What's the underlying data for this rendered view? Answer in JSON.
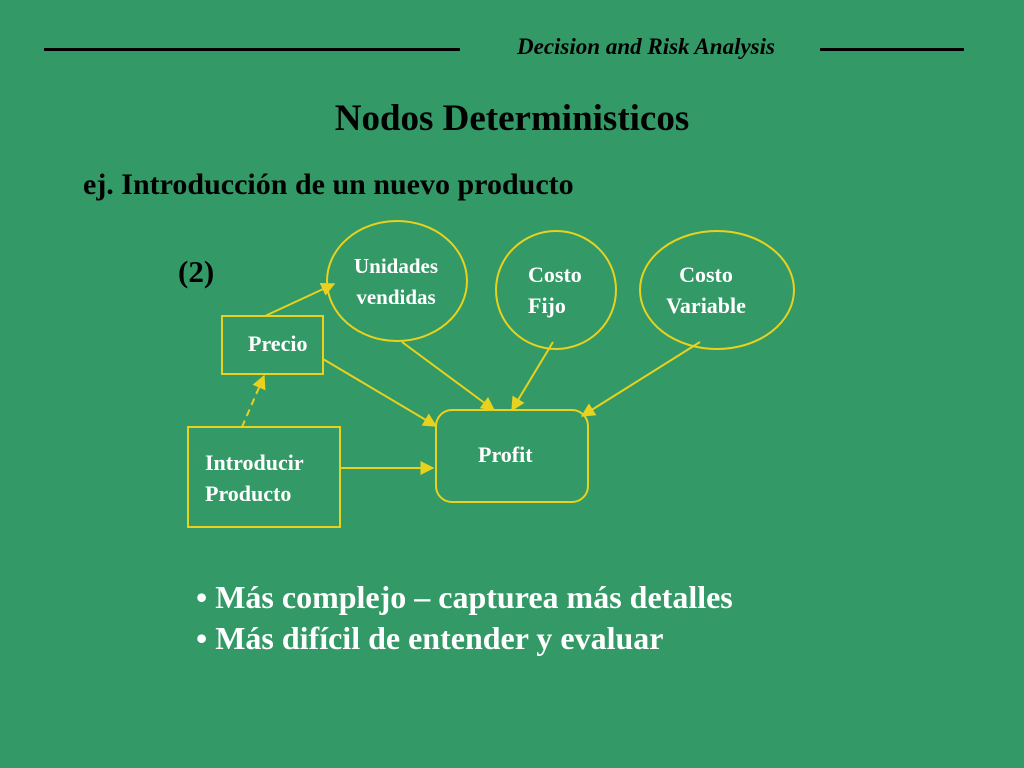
{
  "header": {
    "title": "Decision and Risk Analysis"
  },
  "slide": {
    "title": "Nodos Deterministicos",
    "subtitle": "ej. Introducción de un nuevo producto",
    "label": "(2)"
  },
  "diagram": {
    "nodes": {
      "unidades": {
        "line1": "Unidades",
        "line2": "vendidas"
      },
      "costo_fijo": {
        "line1": "Costo",
        "line2": "Fijo"
      },
      "costo_variable": {
        "line1": "Costo",
        "line2": "Variable"
      },
      "precio": {
        "label": "Precio"
      },
      "introducir": {
        "line1": "Introducir",
        "line2": "Producto"
      },
      "profit": {
        "label": "Profit"
      }
    },
    "colors": {
      "outline": "#e8d21e",
      "text": "#ffffff"
    }
  },
  "bullets": [
    "• Más complejo – capturea más detalles",
    "• Más difícil de entender y evaluar"
  ],
  "colors": {
    "background": "#339966",
    "rule": "#000000"
  }
}
